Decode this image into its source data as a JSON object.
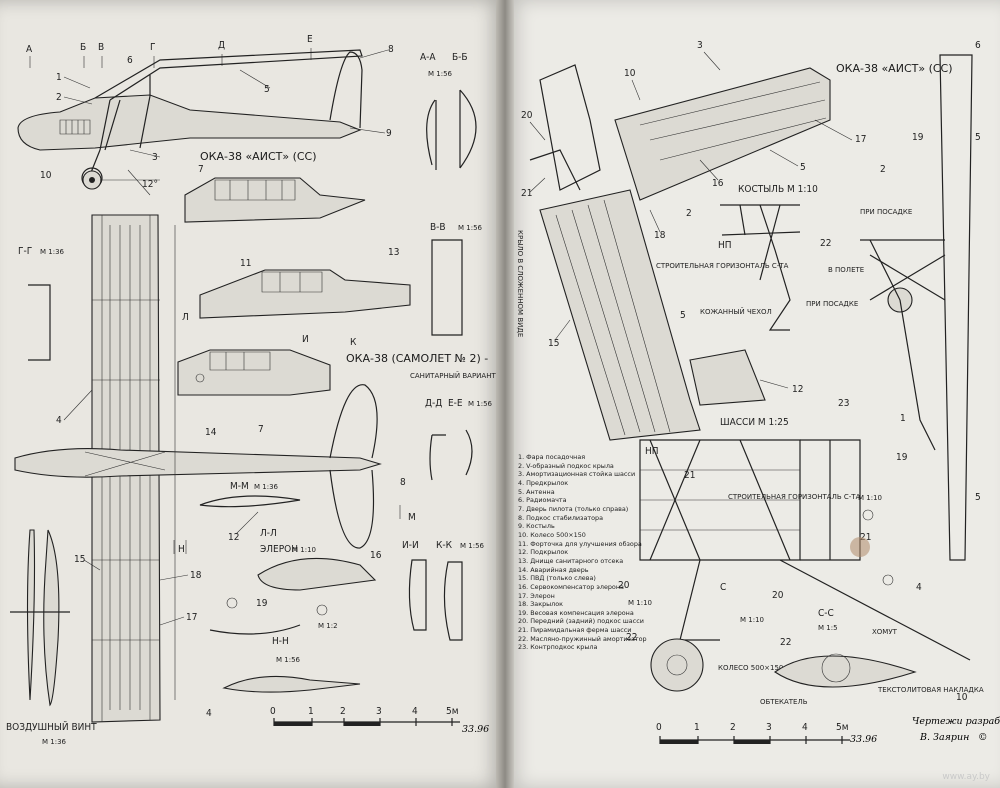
{
  "left_page": {
    "station_letters": [
      "А",
      "Б",
      "В",
      "Г",
      "Д",
      "Е"
    ],
    "side_view_title": "ОКА-38 «АИСТ» (СС)",
    "side_view_angle": "12°",
    "variant_title": "ОКА-38 (САМОЛЕТ № 2) -",
    "variant_subtitle": "САНИТАРНЫЙ ВАРИАНТ",
    "section_labels": {
      "aa": "А-А",
      "bb": "Б-Б",
      "bb_scale": "М 1:56",
      "vv": "В-В",
      "vv_scale": "М 1:56",
      "gg": "Г-Г",
      "gg_scale": "М 1:36",
      "dd": "Д-Д",
      "ee": "Е-Е",
      "ee_scale": "М 1:56",
      "mm": "М-М",
      "mm_scale": "М 1:36",
      "ll": "Л-Л",
      "ll_sub": "ЭЛЕРОН",
      "ll_scale": "М 1:10",
      "ii": "И-И",
      "kk": "К-К",
      "kk_scale": "М 1:56",
      "nn": "Н-Н",
      "nn_scale": "М 1:56",
      "m12": "М 1:2",
      "cut_l": "Л",
      "cut_i": "И",
      "cut_k": "К",
      "cut_n": "Н",
      "cut_m": "М"
    },
    "propeller_label": "ВОЗДУШНЫЙ ВИНТ",
    "propeller_scale": "М 1:36",
    "scale_ticks": [
      "0",
      "1",
      "2",
      "3",
      "4",
      "5м"
    ],
    "signature": "33.96",
    "callouts": [
      "1",
      "2",
      "3",
      "4",
      "5",
      "6",
      "7",
      "8",
      "9",
      "10",
      "11",
      "12",
      "13",
      "14",
      "15",
      "16",
      "17",
      "18",
      "19"
    ]
  },
  "right_page": {
    "wing_fold_label": "КРЫЛО В СЛОЖЕННОМ ВИДЕ",
    "title": "ОКА-38 «АИСТ» (СС)",
    "tailskid": "КОСТЫЛЬ М 1:10",
    "construction_horizon": "СТРОИТЕЛЬНАЯ ГОРИЗОНТАЛЬ С-ТА",
    "np": "НП",
    "leather_cover": "КОЖАННЫЙ ЧЕХОЛ",
    "landing_1": "ПРИ ПОСАДКЕ",
    "in_flight": "В ПОЛЕТЕ",
    "landing_2": "ПРИ ПОСАДКЕ",
    "gear_title": "ШАССИ М 1:25",
    "gear_horizon": "СТРОИТЕЛЬНАЯ ГОРИЗОНТАЛЬ С-ТА",
    "m110_a": "М 1:10",
    "m110_b": "М 1:10",
    "m110_c": "М 1:10",
    "cc": "С-С",
    "cc_scale": "М 1:5",
    "c_mark": "С",
    "clamp": "ХОМУТ",
    "textolite": "ТЕКСТОЛИТОВАЯ НАКЛАДКА",
    "fairing": "ОБТЕКАТЕЛЬ",
    "wheel": "КОЛЕСО 500×150",
    "scale_ticks": [
      "0",
      "1",
      "2",
      "3",
      "4",
      "5м"
    ],
    "signature": "33.96",
    "credit_line1": "Чертежи разработал",
    "credit_line2": "В. Заярин",
    "copyright": "©",
    "legend": [
      "1. Фара посадочная",
      "2. V-образный подкос крыла",
      "3. Амортизационная стойка шасси",
      "4. Предкрылок",
      "5. Антенна",
      "6. Радиомачта",
      "7. Дверь пилота (только справа)",
      "8. Подкос стабилизатора",
      "9. Костыль",
      "10. Колесо 500×150",
      "11. Форточка для улучшения обзора",
      "12. Подкрылок",
      "13. Днище санитарного отсека",
      "14. Аварийная дверь",
      "15. ПВД (только слева)",
      "16. Сервокомпенсатор элерона",
      "17. Элерон",
      "18. Закрылок",
      "19. Весовая компенсация элерона",
      "20. Передний (задний) подкос шасси",
      "21. Пирамидальная ферма шасси",
      "22. Масляно-пружинный амортизатор",
      "23. Контрподкос крыла"
    ],
    "callouts": [
      "1",
      "2",
      "3",
      "4",
      "5",
      "6",
      "10",
      "12",
      "15",
      "16",
      "17",
      "18",
      "19",
      "20",
      "21",
      "22",
      "23"
    ]
  },
  "watermark": "www.ay.by"
}
